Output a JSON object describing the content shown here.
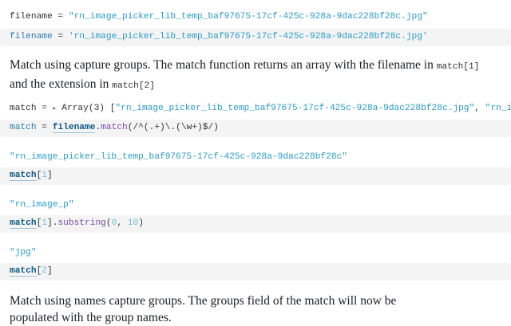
{
  "cells": [
    {
      "output": {
        "name": "filename",
        "eq": " = ",
        "value": "\"rn_image_picker_lib_temp_baf97675-17cf-425c-928a-9dac228bf28c.jpg\""
      },
      "code": {
        "name": "filename",
        "eq": " = ",
        "value": "'rn_image_picker_lib_temp_baf97675-17cf-425c-928a-9dac228bf28c.jpg'"
      }
    },
    {
      "prose": {
        "text1": "Match using capture groups. The match function returns an array with the filename in ",
        "code1": "match[1]",
        "text2": " and the extension in ",
        "code2": "match[2]"
      }
    },
    {
      "output": {
        "name": "match",
        "eq": " = ",
        "toggle": "▸",
        "type": "Array(3) [",
        "value": "\"rn_image_picker_lib_temp_baf97675-17cf-425c-928a-9dac228bf28c.jpg\"",
        "sep": ", ",
        "value2": "\"rn_imag"
      },
      "code": {
        "name": "match",
        "eq": " = ",
        "ref": "filename",
        "dot": ".",
        "method": "match",
        "args": "(/^(.+)\\.(\\w+)$/)"
      }
    },
    {
      "output": {
        "value": "\"rn_image_picker_lib_temp_baf97675-17cf-425c-928a-9dac228bf28c\""
      },
      "code": {
        "ref": "match",
        "open": "[",
        "index": "1",
        "close": "]"
      }
    },
    {
      "output": {
        "value": "\"rn_image_p\""
      },
      "code": {
        "ref": "match",
        "open": "[",
        "index": "1",
        "close": "]",
        "dot": ".",
        "method": "substring",
        "p1": "(",
        "a1": "0",
        "comma": ", ",
        "a2": "10",
        "p2": ")"
      }
    },
    {
      "output": {
        "value": "\"jpg\""
      },
      "code": {
        "ref": "match",
        "open": "[",
        "index": "2",
        "close": "]"
      }
    },
    {
      "prose": {
        "text": "Match using names capture groups. The groups field of the match will now be populated with the group names."
      }
    }
  ]
}
